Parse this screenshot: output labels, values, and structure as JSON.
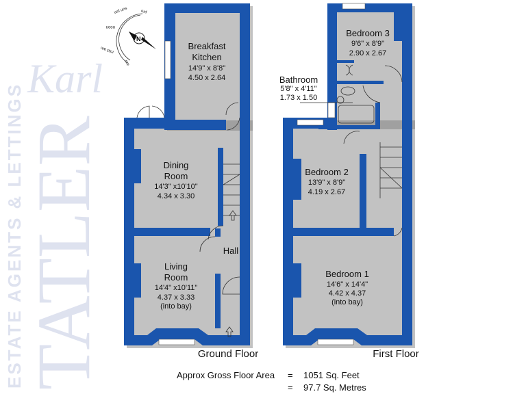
{
  "compass": {
    "labels": [
      "sun pm",
      "pm",
      "noon",
      "mid am",
      "am"
    ]
  },
  "watermark": {
    "script": "Karl",
    "name": "TATLER",
    "tagline": "ESTATE AGENTS & LETTINGS"
  },
  "ground_floor": {
    "label": "Ground Floor",
    "rooms": [
      {
        "name": "Breakfast Kitchen",
        "name_lines": [
          "Breakfast",
          "Kitchen"
        ],
        "imperial": "14'9\" x 8'8\"",
        "metric": "4.50 x 2.64"
      },
      {
        "name": "Dining Room",
        "name_lines": [
          "Dining",
          "Room"
        ],
        "imperial": "14'3\" x10'10\"",
        "metric": "4.34 x 3.30"
      },
      {
        "name": "Living Room",
        "name_lines": [
          "Living",
          "Room"
        ],
        "imperial": "14'4\" x10'11\"",
        "metric": "4.37 x 3.33",
        "note": "(into bay)"
      },
      {
        "name": "Hall"
      }
    ]
  },
  "first_floor": {
    "label": "First Floor",
    "rooms": [
      {
        "name": "Bedroom 3",
        "imperial": "9'6\" x 8'9\"",
        "metric": "2.90 x 2.67"
      },
      {
        "name": "Bathroom",
        "imperial": "5'8\" x 4'11\"",
        "metric": "1.73 x 1.50"
      },
      {
        "name": "Bedroom 2",
        "imperial": "13'9\" x 8'9\"",
        "metric": "4.19 x 2.67"
      },
      {
        "name": "Bedroom 1",
        "imperial": "14'6\" x 14'4\"",
        "metric": "4.42 x 4.37",
        "note": "(into bay)"
      }
    ]
  },
  "area": {
    "label": "Approx Gross Floor Area",
    "eq": "=",
    "sq_feet": "1051 Sq. Feet",
    "sq_metres": "97.7 Sq. Metres"
  },
  "colors": {
    "walls": "#1a55ad",
    "watermark": "#c9cfe6"
  }
}
